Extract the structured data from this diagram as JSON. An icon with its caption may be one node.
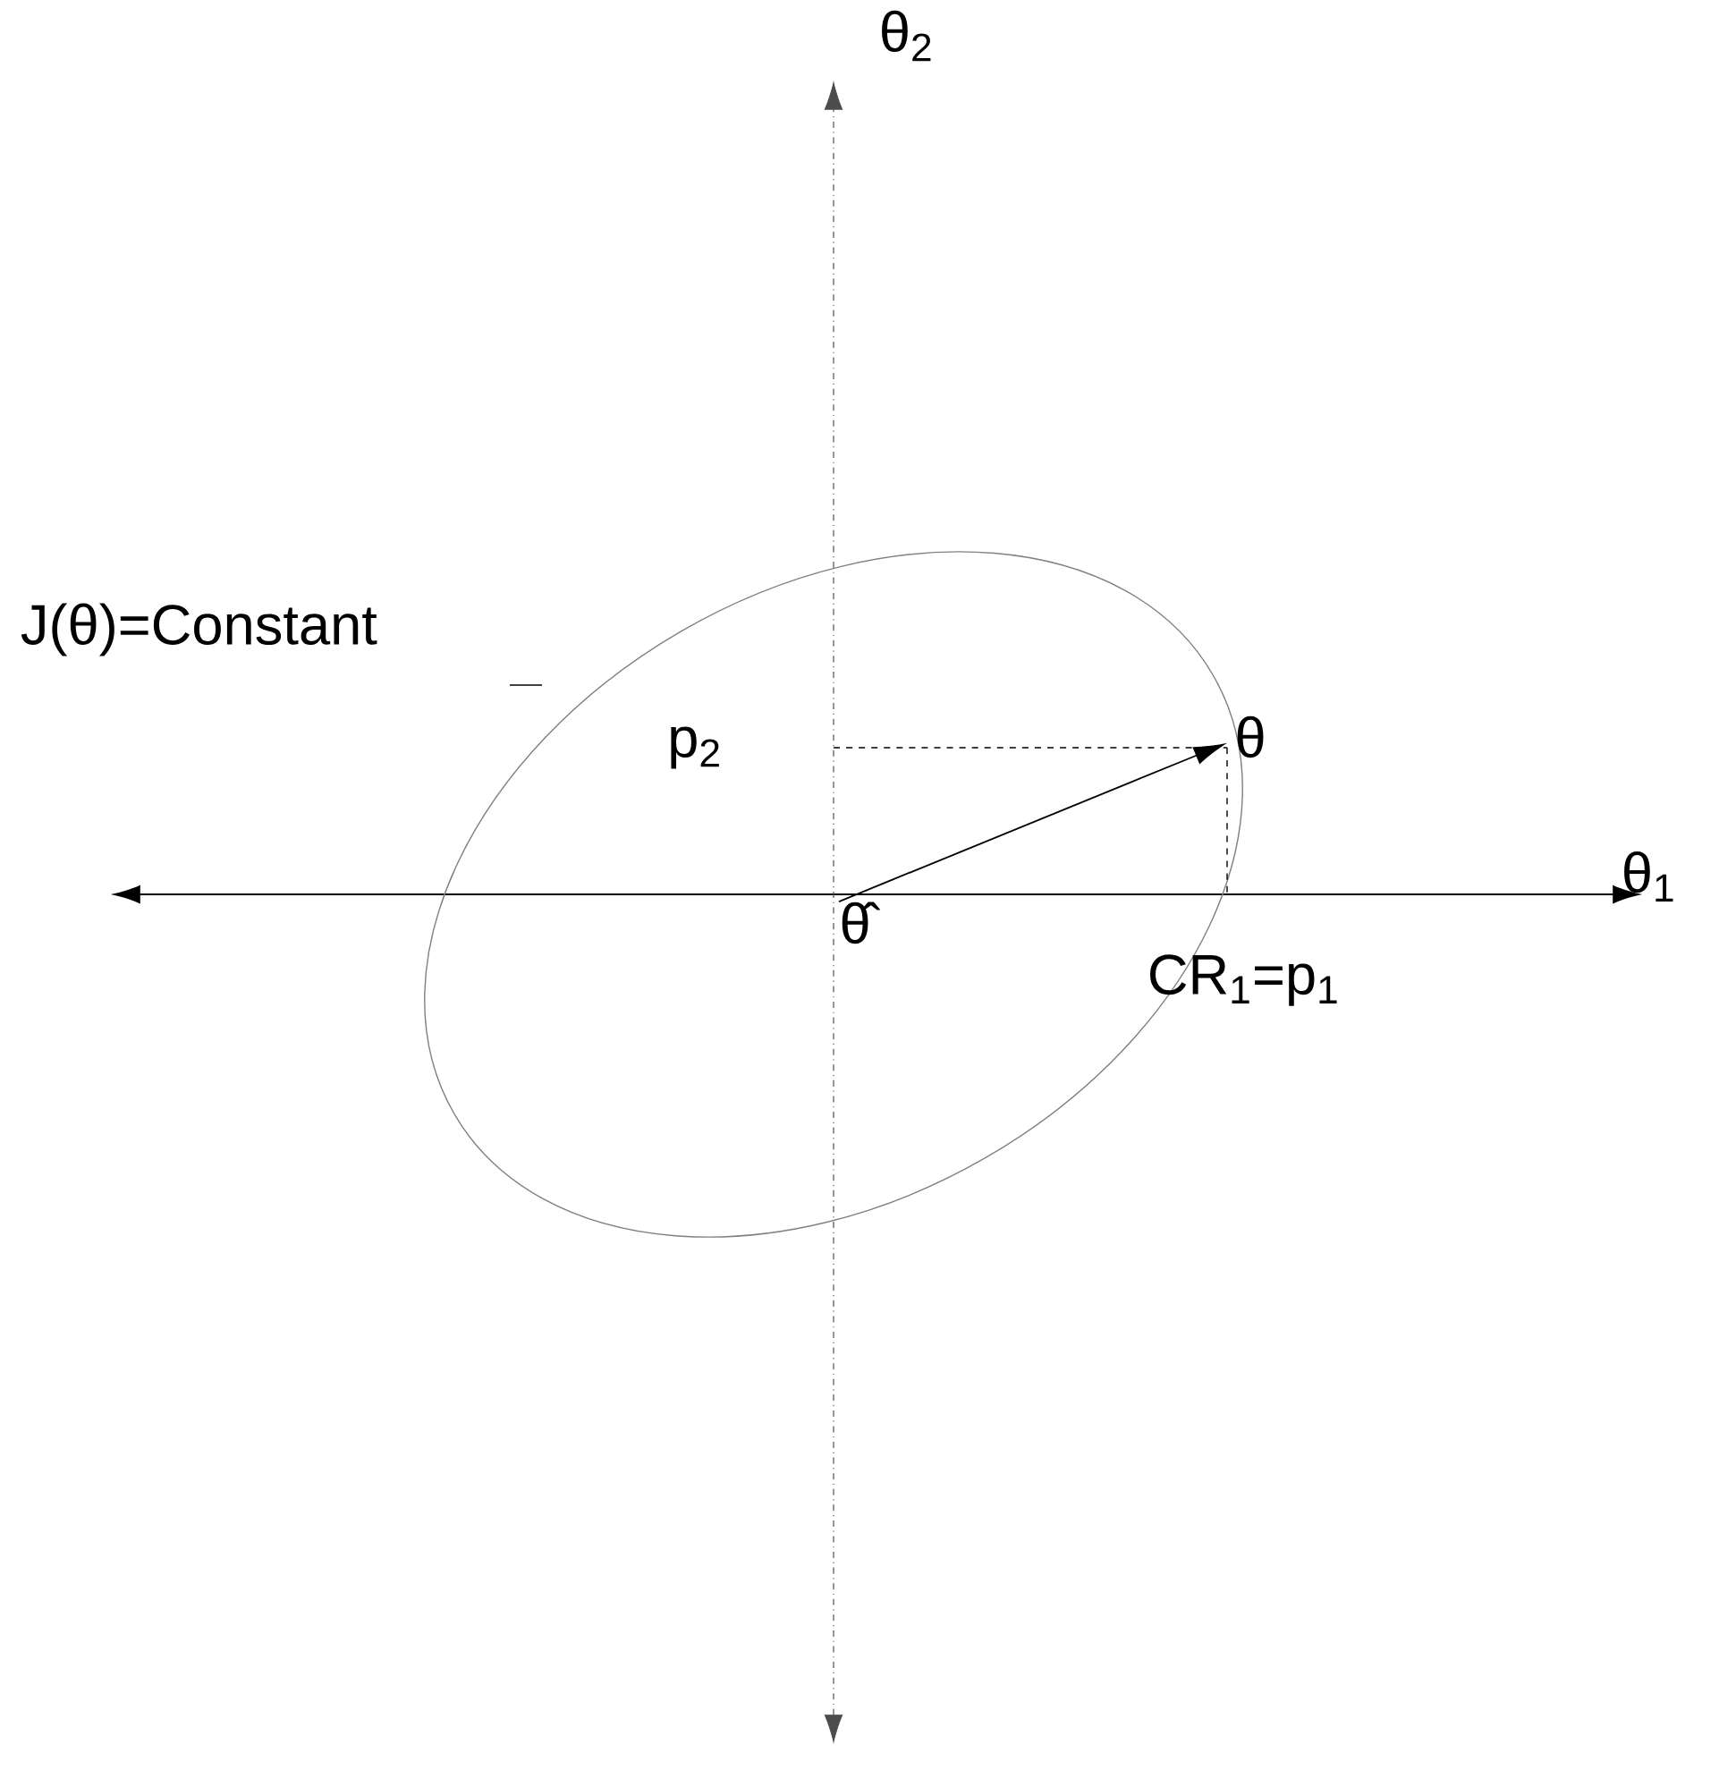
{
  "diagram": {
    "nodes": [
      {
        "text": [
          "θ̂"
        ]
      },
      {
        "text": [
          "θ"
        ]
      }
    ],
    "edges": [
      {
        "from": 0,
        "to": 1,
        "arrow": "to"
      }
    ],
    "labels": [
      "θ$_{2}$",
      "J(θ)=Constant",
      "p$_{2}$",
      "θ$_{1}$",
      "CR$_{1}$=p$_{1}$"
    ]
  }
}
